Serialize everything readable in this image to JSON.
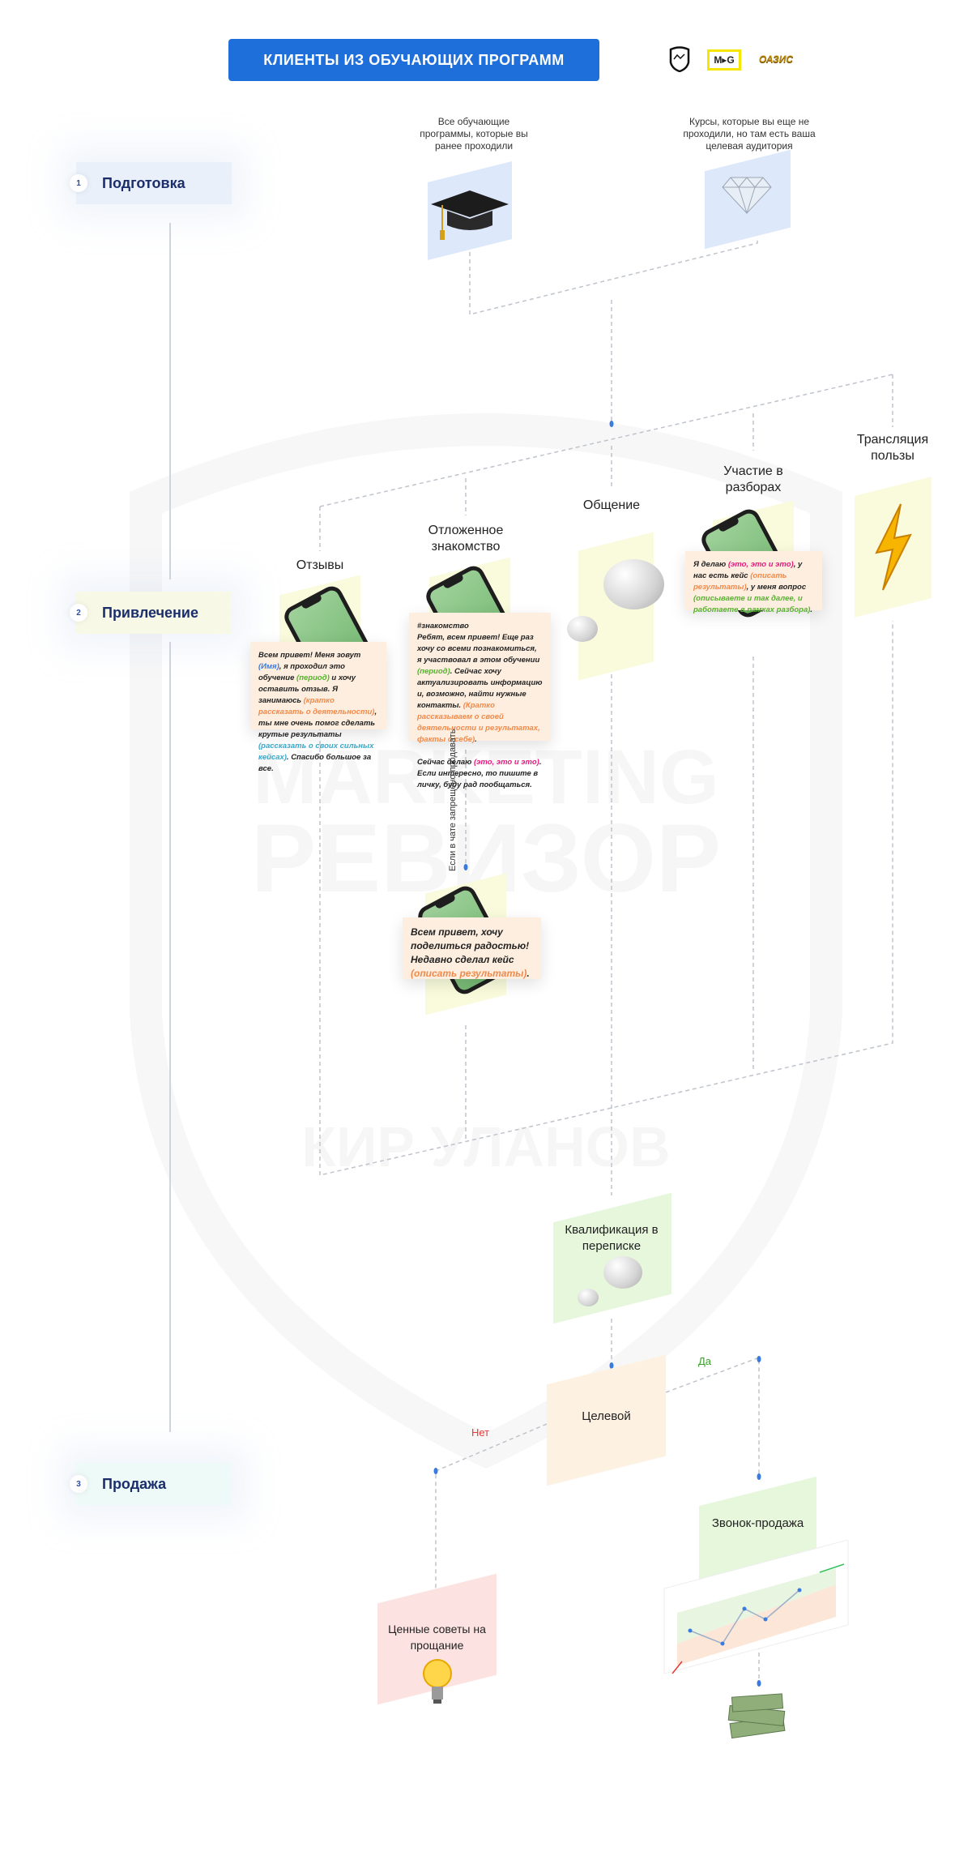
{
  "header": {
    "title": "КЛИЕНТЫ ИЗ ОБУЧАЮЩИХ ПРОГРАММ",
    "logos": [
      "shield-logo",
      "M▸G",
      "ОАЗИС"
    ]
  },
  "watermark": {
    "line1": "MARKETING",
    "line2": "РЕВИЗОР",
    "line3": "КИР УЛАНОВ"
  },
  "stages": [
    {
      "num": "1",
      "label": "Подготовка"
    },
    {
      "num": "2",
      "label": "Привлечение"
    },
    {
      "num": "3",
      "label": "Продажа"
    }
  ],
  "sources": [
    {
      "text": "Все обучающие программы, которые вы ранее проходили",
      "icon": "graduation-cap-icon"
    },
    {
      "text": "Курсы, которые вы еще не проходили, но там есть ваша целевая аудитория",
      "icon": "diamond-icon"
    }
  ],
  "channels": {
    "reviews": "Отзывы",
    "delayed": "Отложенное знакомство",
    "communication": "Общение",
    "reviews_participation": "Участие в разборах",
    "value_broadcast": "Трансляция пользы"
  },
  "cards": {
    "review": [
      [
        "plain",
        "Всем привет! Меня зовут "
      ],
      [
        "blue",
        "(Имя)"
      ],
      [
        "plain",
        ", я проходил это обучение "
      ],
      [
        "green",
        "(период)"
      ],
      [
        "plain",
        " и хочу оставить отзыв. Я занимаюсь "
      ],
      [
        "orange",
        "(кратко рассказать о деятельности)"
      ],
      [
        "plain",
        ", ты мне очень помог сделать крутые результаты "
      ],
      [
        "cyan",
        "(рассказать о своих сильных кейсах)"
      ],
      [
        "plain",
        ". Спасибо большое за все."
      ]
    ],
    "intro": [
      [
        "plain",
        "#знакомство\nРебят, всем привет! Еще раз хочу со всеми познакомиться, я участвовал в этом обучении "
      ],
      [
        "green",
        "(период)"
      ],
      [
        "plain",
        ". Сейчас хочу актуализировать информацию и, возможно, найти нужные контакты. "
      ],
      [
        "orange",
        "(Кратко рассказываем о своей деятельности и результатах, факты о себе)"
      ],
      [
        "plain",
        ".\n\nСейчас делаю "
      ],
      [
        "pink",
        "(это, это и это)"
      ],
      [
        "plain",
        ". Если интересно, то пишите в личку, буду рад пообщаться."
      ]
    ],
    "analysis": [
      [
        "plain",
        "Я делаю "
      ],
      [
        "pink",
        "(это, это и это)"
      ],
      [
        "plain",
        ", у нас есть кейс "
      ],
      [
        "orange",
        "(описать результаты)"
      ],
      [
        "plain",
        ", у меня вопрос "
      ],
      [
        "green",
        "(описываете и так далее, и работаете в рамках разбора)"
      ],
      [
        "plain",
        "."
      ]
    ],
    "joy": [
      [
        "plain",
        "Всем привет, хочу поделиться радостью! Недавно сделал кейс "
      ],
      [
        "orange",
        "(описать результаты)"
      ],
      [
        "plain",
        "."
      ]
    ]
  },
  "branch_note": "Если в чате запрещено продавать",
  "qualification": "Квалификация в переписке",
  "target": "Целевой",
  "yes": "Да",
  "no": "Нет",
  "advice": "Ценные советы на прощание",
  "sales_call": "Звонок-продажа",
  "colors": {
    "accent": "#1f6fdb",
    "yes": "#3aa02a",
    "no": "#e53935"
  }
}
